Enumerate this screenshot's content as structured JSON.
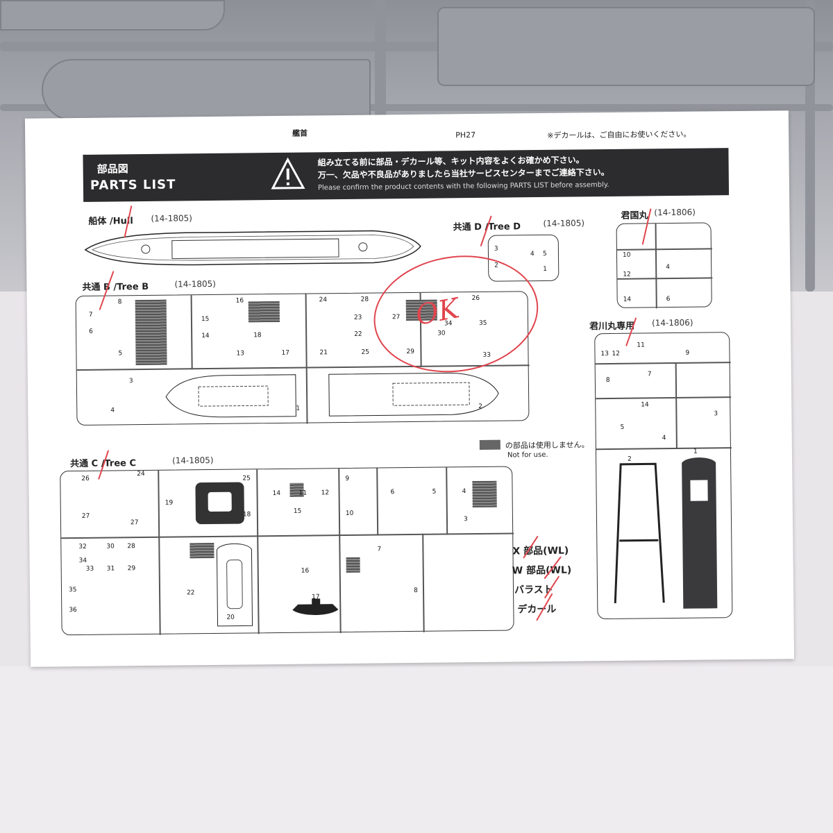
{
  "sheet": {
    "top_left": "艦首",
    "top_mid": "PH27",
    "top_right": "※デカールは、ご自由にお使いください。",
    "header_jp": "部品図",
    "header_en": "PARTS LIST",
    "notice_line1": "組み立てる前に部品・デカール等、キット内容をよくお確かめ下さい。",
    "notice_line2": "万一、欠品や不良品がありましたら当社サービスセンターまでご連絡下さい。",
    "notice_en": "Please confirm the product contents with the following PARTS LIST before assembly."
  },
  "sections": {
    "hull": {
      "label": "船体 /Hull",
      "code": "(14-1805)"
    },
    "tree_d": {
      "label": "共通 D /Tree D",
      "code": "(14-1805)"
    },
    "kimikuni": {
      "label": "君国丸",
      "code": "(14-1806)"
    },
    "tree_b": {
      "label": "共通 B /Tree B",
      "code": "(14-1805)"
    },
    "kimikawa": {
      "label": "君川丸専用",
      "code": "(14-1806)"
    },
    "tree_c": {
      "label": "共通 C /Tree C",
      "code": "(14-1805)"
    }
  },
  "legend": {
    "jp": "の部品は使用しません。",
    "en": "Not for use."
  },
  "checklist": [
    "X 部品(WL)",
    "W 部品(WL)",
    "バラスト",
    "デカール"
  ],
  "handwritten": "OK",
  "colors": {
    "sheet": "#ffffff",
    "sprue": "#9a9da4",
    "ink": "#222222",
    "red_pen": "#e0454e",
    "header": "#2c2c2e"
  }
}
